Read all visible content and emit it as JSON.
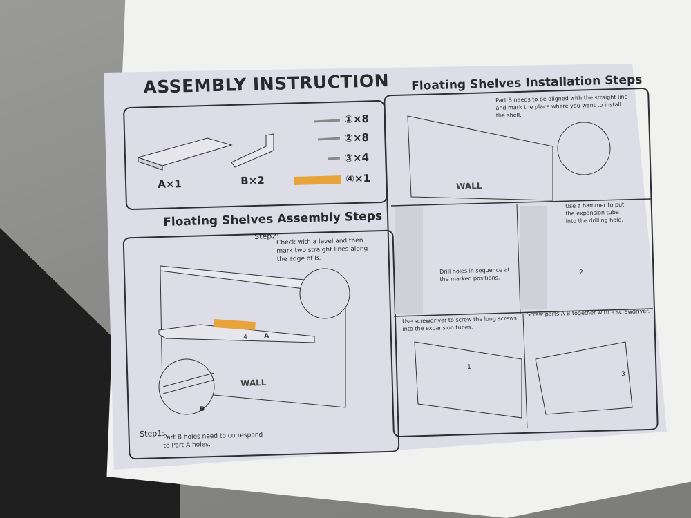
{
  "title": "ASSEMBLY INSTRUCTION",
  "parts": {
    "a": "A×1",
    "b": "B×2",
    "s1": "①×8",
    "s2": "②×8",
    "s3": "③×4",
    "s4": "④×1"
  },
  "assembly": {
    "title": "Floating Shelves Assembly Steps",
    "step2_label": "Step2:",
    "step2_text": "Check with a level and then mark two straight lines along the edge of B.",
    "step1_label": "Step1:",
    "step1_text": "Part B holes need to correspond to Part A holes.",
    "wall": "WALL",
    "tag_a": "A",
    "tag_b": "B",
    "tag_4": "4"
  },
  "installation": {
    "title": "Floating Shelves Installation Steps",
    "align_text": "Part B needs to be aligned with the straight line and mark the place where you want to install the shelf.",
    "drill_text": "Drill holes in sequence at the marked positions.",
    "hammer_text": "Use a hammer to put the expansion tube into the drilling hole.",
    "screw_text": "Use screwdriver to screw the long screws into the expansion tubes.",
    "together_text": "Screw parts A B together with a screwdriver.",
    "wall": "WALL",
    "tag_1": "1",
    "tag_2": "2",
    "tag_3": "3"
  }
}
